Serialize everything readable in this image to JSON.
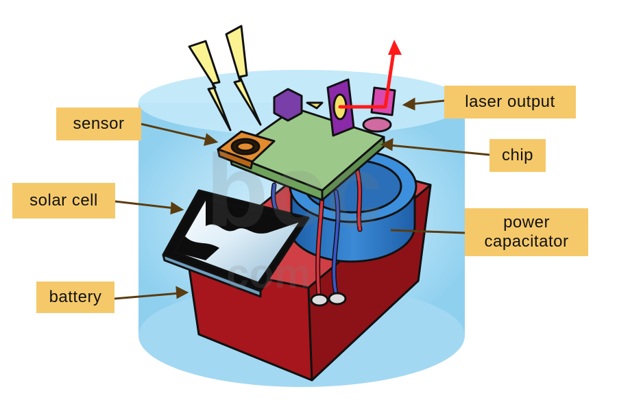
{
  "labels": {
    "laser_output": "laser output",
    "sensor": "sensor",
    "chip": "chip",
    "solar_cell": "solar cell",
    "power_capacitator_line1": "power",
    "power_capacitator_line2": "capacitator",
    "battery": "battery"
  },
  "watermark": {
    "top": "bcc",
    "bottom": "com"
  },
  "colors": {
    "label_bg": "#f5c96a",
    "halo": "#a9dcf5",
    "battery": "#c8282d",
    "capacitor": "#2f78c4",
    "chip": "#9cc98a",
    "sensor": "#e38b2e",
    "bolt": "#fbf392",
    "laser": "#ff2020",
    "leader": "#5a3c10"
  }
}
